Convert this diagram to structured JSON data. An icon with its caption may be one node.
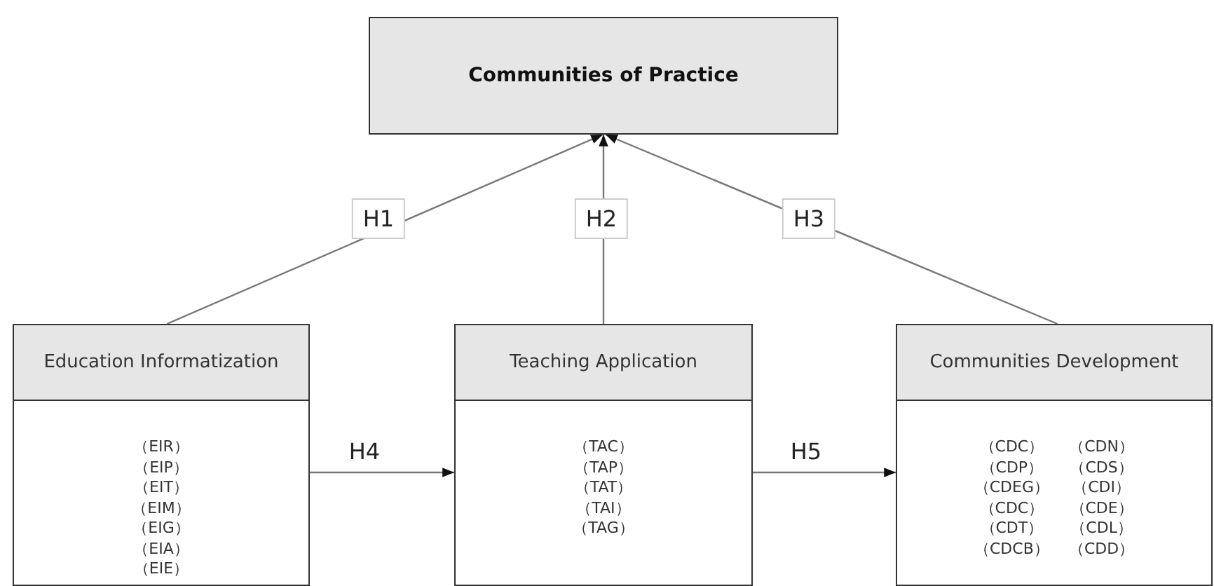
{
  "diagram": {
    "nodes": [
      {
        "text": [
          "Communities of Practice"
        ]
      },
      {
        "text": [
          "Education Informatization",
          "（EIR）",
          "（EIP）",
          "（EIT）",
          "（EIM）",
          "（EIG）",
          "（EIA）",
          "（EIE）"
        ]
      },
      {
        "text": [
          "Teaching Application",
          "（TAC）",
          "（TAP）",
          "（TAT）",
          "（TAI）",
          "（TAG）"
        ]
      },
      {
        "text": [
          "Communities Development",
          "（CDC）",
          "（CDN）",
          "（CDP）",
          "（CDS）",
          "（CDEG）",
          "（CDI）",
          "（CDC）",
          "（CDE）",
          "（CDT）",
          "（CDL）",
          "（CDCB）",
          "（CDD）"
        ]
      }
    ],
    "edges": [
      {
        "from": 1,
        "to": 0,
        "arrow": "to",
        "label": "H1"
      },
      {
        "from": 2,
        "to": 0,
        "arrow": "to",
        "label": "H2"
      },
      {
        "from": 3,
        "to": 0,
        "arrow": "to",
        "label": "H3"
      },
      {
        "from": 1,
        "to": 2,
        "arrow": "to",
        "label": "H4"
      },
      {
        "from": 2,
        "to": 3,
        "arrow": "to",
        "label": "H5"
      }
    ]
  }
}
